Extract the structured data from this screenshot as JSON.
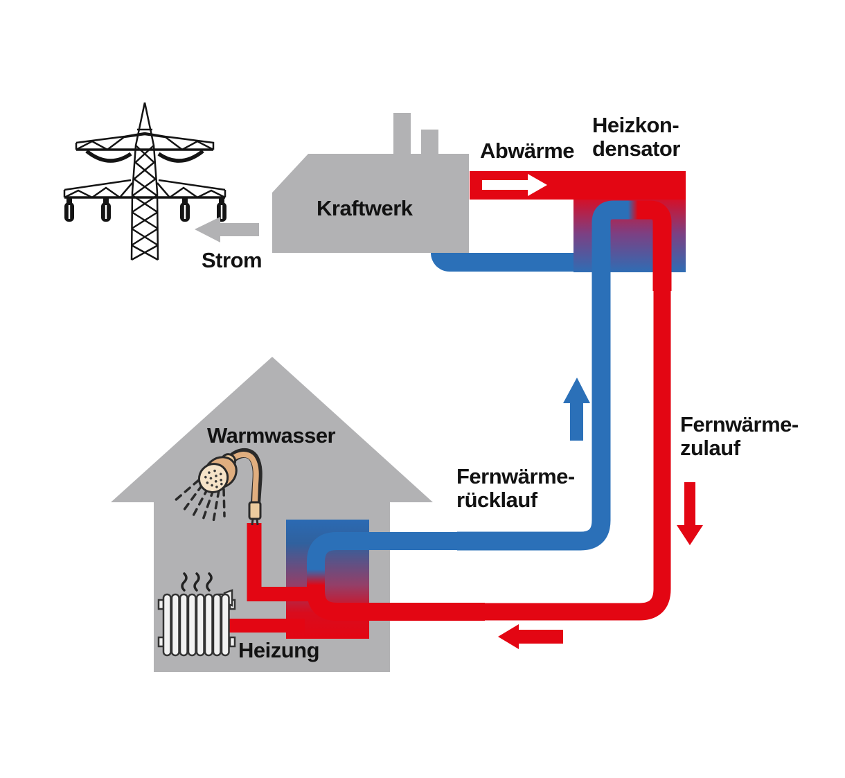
{
  "diagram": {
    "title_context": "Fernwärme / Kraft-Wärme-Kopplung Schema",
    "labels": {
      "kraftwerk": "Kraftwerk",
      "strom": "Strom",
      "abwaerme": "Abwärme",
      "heizkondensator": [
        "Heizkon-",
        "densator"
      ],
      "warmwasser": "Warmwasser",
      "heizung": "Heizung",
      "fernwaerme_ruecklauf": [
        "Fernwärme-",
        "rücklauf"
      ],
      "fernwaerme_zulauf": [
        "Fernwärme-",
        "zulauf"
      ]
    },
    "colors": {
      "hot_red": "#e30613",
      "cold_blue": "#2b70b8",
      "structure_gray": "#b2b2b4",
      "text_black": "#121212",
      "arrow_white": "#ffffff"
    },
    "nodes": [
      {
        "id": "pylon",
        "meaning": "electricity grid pylon"
      },
      {
        "id": "kraftwerk",
        "meaning": "power plant building with two chimneys"
      },
      {
        "id": "heizkondensator",
        "meaning": "heating condenser block, red-to-blue gradient"
      },
      {
        "id": "house",
        "meaning": "house with shower (Warmwasser) and radiator (Heizung)"
      },
      {
        "id": "heat-exchanger",
        "meaning": "in-house heat exchanger block, blue-to-red gradient"
      }
    ],
    "arrows": [
      {
        "id": "strom-arrow",
        "direction": "left",
        "color": "#b2b2b4",
        "meaning": "electricity to grid"
      },
      {
        "id": "abwaerme-arrow",
        "direction": "right",
        "color": "#ffffff",
        "meaning": "waste heat into condenser"
      },
      {
        "id": "ruecklauf-arrow",
        "direction": "up",
        "color": "#2b70b8",
        "meaning": "district heating return flow"
      },
      {
        "id": "zulauf-arrow",
        "direction": "down",
        "color": "#e30613",
        "meaning": "district heating supply flow"
      },
      {
        "id": "zulauf-house-arrow",
        "direction": "left",
        "color": "#e30613",
        "meaning": "hot supply toward house"
      }
    ]
  }
}
